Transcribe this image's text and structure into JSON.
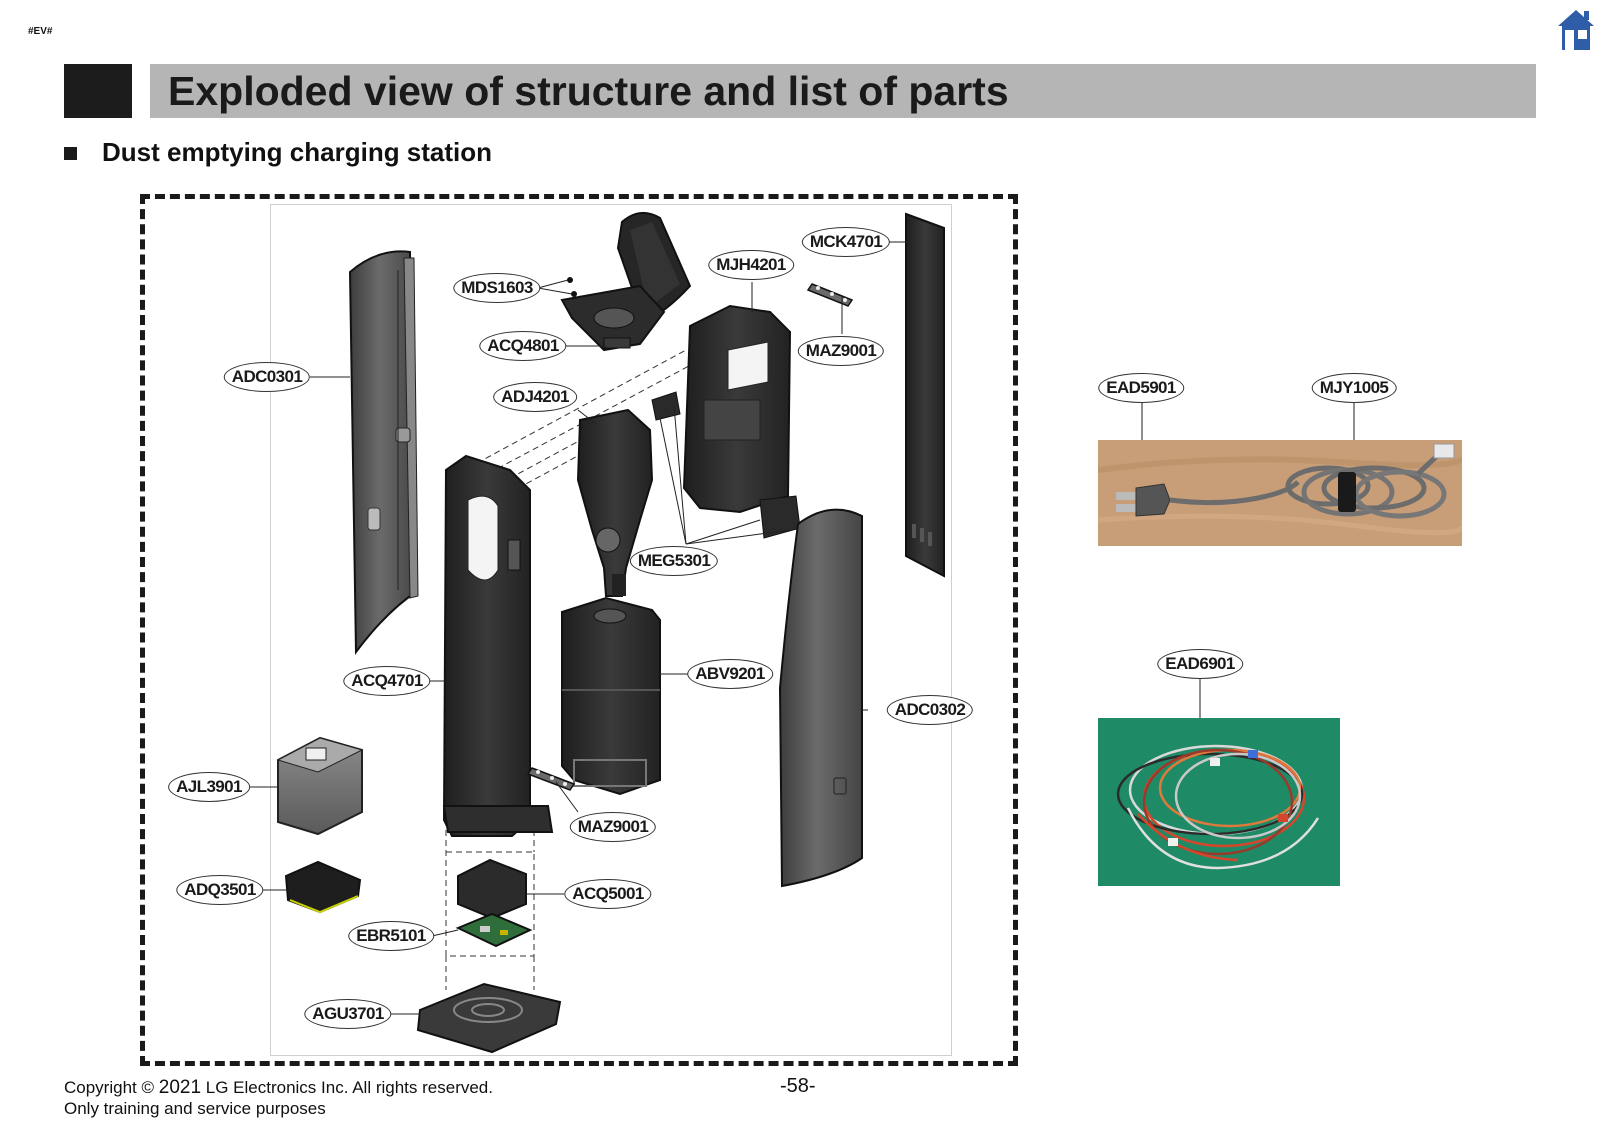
{
  "header": {
    "tag": "#EV#",
    "title": "Exploded view of structure and list of parts",
    "home_icon": "home-icon"
  },
  "section": {
    "subtitle": "Dust emptying charging station"
  },
  "parts": {
    "mds1603": "MDS1603",
    "mjh4201": "MJH4201",
    "mck4701": "MCK4701",
    "acq4801": "ACQ4801",
    "maz9001_top": "MAZ9001",
    "adc0301": "ADC0301",
    "adj4201": "ADJ4201",
    "meg5301": "MEG5301",
    "acq4701": "ACQ4701",
    "abv9201": "ABV9201",
    "adc0302": "ADC0302",
    "ajl3901": "AJL3901",
    "maz9001_bottom": "MAZ9001",
    "adq3501": "ADQ3501",
    "acq5001": "ACQ5001",
    "ebr5101": "EBR5101",
    "agu3701": "AGU3701"
  },
  "accessories": {
    "ead5901": "EAD5901",
    "mjy1005": "MJY1005",
    "ead6901": "EAD6901"
  },
  "colors": {
    "banner": "#b5b5b5",
    "block": "#1c1c1c",
    "home_icon": "#2f5da8",
    "part_dark": "#2b2b2b",
    "photo_wood": "#c79e78",
    "photo_green": "#1f8a66"
  },
  "footer": {
    "copyright_prefix": "Copyright ©",
    "year": "2021",
    "copyright_suffix": "LG Electronics Inc. All rights reserved.",
    "note": "Only training and service purposes",
    "page_number": "-58-"
  }
}
